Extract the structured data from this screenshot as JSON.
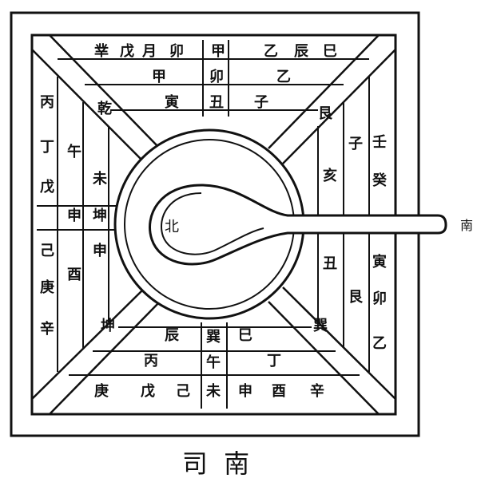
{
  "diagram": {
    "center_label": "北",
    "direction_label": "南",
    "caption": "司  南"
  }
}
